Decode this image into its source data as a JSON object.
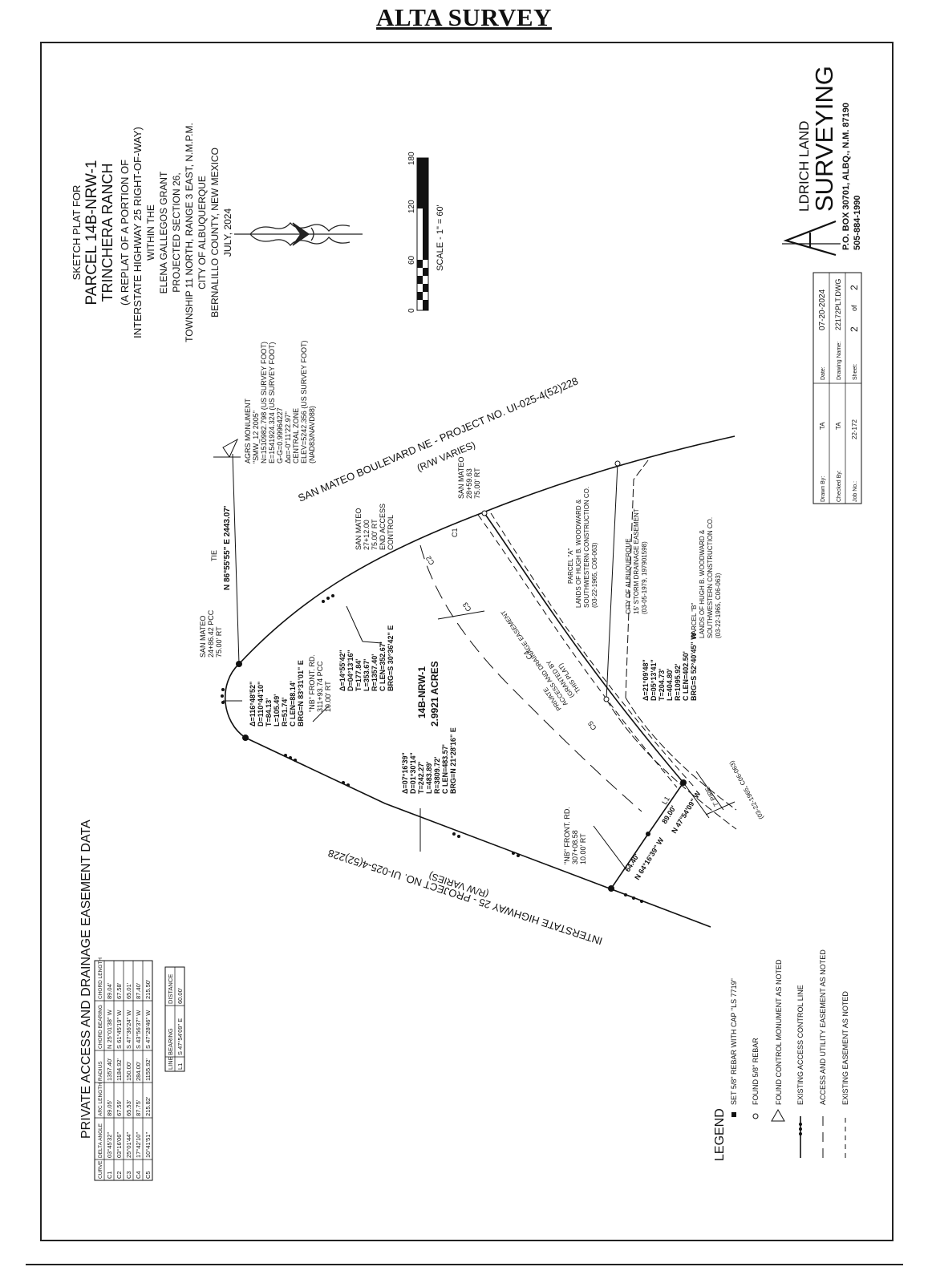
{
  "page_title": "ALTA SURVEY",
  "title_block": {
    "line1": "SKETCH PLAT FOR",
    "line2": "PARCEL 14B-NRW-1",
    "line3": "TRINCHERA RANCH",
    "line4": "(A REPLAT OF A PORTION OF",
    "line5": "INTERSTATE HIGHWAY 25 RIGHT-OF-WAY)",
    "line6": "WITHIN THE",
    "line7": "ELENA GALLEGOS GRANT",
    "line8": "PROJECTED SECTION 26,",
    "line9": "TOWNSHIP 11 NORTH, RANGE 3 EAST, N.M.P.M.",
    "line10": "CITY OF ALBUQUERQUE",
    "line11": "BERNALILLO COUNTY, NEW MEXICO",
    "line12": "JULY, 2024"
  },
  "scale_bar": {
    "ticks": [
      "0",
      "60",
      "120",
      "180"
    ],
    "label": "SCALE - 1\" = 60'"
  },
  "company": {
    "name_top": "LDRICH LAND",
    "name_bottom": "SURVEYING",
    "address": "P.O. BOX 30701, ALBQ., N.M. 87190",
    "phone": "505-884-1990"
  },
  "info_block": {
    "drawn_by_label": "Drawn By:",
    "drawn_by": "TA",
    "checked_by_label": "Checked By:",
    "checked_by": "TA",
    "job_no_label": "Job No.:",
    "job_no": "22-172",
    "date_label": "Date:",
    "date": "07-20-2024",
    "drawing_name_label": "Drawing Name:",
    "drawing_name": "22172PLT.DWG",
    "sheet_label": "Sheet:",
    "sheet_num": "2",
    "sheet_of": "of",
    "sheet_total": "2"
  },
  "monument": {
    "l1": "AGRS MONUMENT",
    "l2": "\"SMW_12 2005\"",
    "l3": "N=1510982.798 (US SURVEY FOOT)",
    "l4": "E=1541924.324 (US SURVEY FOOT)",
    "l5": "G-G=0.99964227",
    "l6": "Δα=-0°11'22.97\"",
    "l7": "CENTRAL ZONE",
    "l8": "ELEV=5242.356 (US SURVEY FOOT)",
    "l9": "(NAD83/NAVD88)"
  },
  "tie": {
    "label": "TIE",
    "bearing": "N 86°55'55\" E  2443.07'"
  },
  "streets": {
    "san_mateo": "SAN MATEO BOULEVARD NE - PROJECT NO. UI-025-4(52)228",
    "san_mateo_rw": "(R/W VARIES)",
    "interstate": "INTERSTATE HIGHWAY 25 - PROJECT NO. UI-025-4(52)228",
    "interstate_rw": "(R/W VARIES)"
  },
  "stations": {
    "sm_pcc": [
      "SAN MATEO",
      "24+86.42 PCC",
      "75.00' RT"
    ],
    "sm_end": [
      "SAN MATEO",
      "27+12.00",
      "75.00' RT",
      "END ACCESS",
      "CONTROL"
    ],
    "sm_28": [
      "SAN MATEO",
      "28+59.63",
      "75.00' RT"
    ],
    "nb_pcc": [
      "\"NB\" FRONT. RD.",
      "311+93.74 PCC",
      "10.00' RT"
    ],
    "nb_307": [
      "\"NB\" FRONT. RD.",
      "307+08.58",
      "10.00' RT"
    ]
  },
  "curves_on_plat": {
    "curve1": [
      "Δ=116°48'52\"",
      "D=110°44'10\"",
      "T=84.13'",
      "L=105.49'",
      "R=51.74'",
      "C LEN=88.14'",
      "BRG=N 83°31'01\" E"
    ],
    "curve2": [
      "Δ=14°55'42\"",
      "D=04°13'16\"",
      "T=177.84'",
      "L=353.67'",
      "R=1357.40'",
      "C LEN=352.67'",
      "BRG=S 30°36'42\" E"
    ],
    "curve3": [
      "Δ=07°16'39\"",
      "D=01°30'14\"",
      "T=242.27'",
      "L=483.89'",
      "R=3809.72'",
      "C LEN=483.57'",
      "BRG=N 21°28'16\" E"
    ],
    "curve4": [
      "Δ=21°09'48\"",
      "D=05°13'41\"",
      "T=204.73'",
      "L=404.80'",
      "R=1095.92'",
      "C LEN=402.50'",
      "BRG=S 52°40'45\" W"
    ]
  },
  "parcel": {
    "name": "14B-NRW-1",
    "area": "2.9921 ACRES"
  },
  "parcels_adjoining": {
    "parcel_a": [
      "PARCEL \"A\"",
      "LANDS OF HUGH B. WOODWARD &",
      "SOUTHWESTERN CONSTRUCTION CO.",
      "(03-22-1965, C06-063)"
    ],
    "city": [
      "CITY OF ALBUQUERQUE",
      "15' STORM DRAINAGE EASEMENT",
      "(03-05-1979, 197901598)"
    ],
    "parcel_b": [
      "PARCEL \"B\"",
      "LANDS OF HUGH B. WOODWARD &",
      "SOUTHWESTERN CONSTRUCTION CO.",
      "(03-22-1965, C06-063)"
    ]
  },
  "easement_labels": {
    "private": [
      "PRIVATE",
      "ACCESS AND DRAINAGE EASEMENT",
      "(GRANTED BY",
      "THIS PLAT)"
    ],
    "pipe": [
      "7' PIPE",
      "(03-22-1965, C06-063)"
    ]
  },
  "curve_tags": [
    "C1",
    "C2",
    "C3",
    "C4",
    "C5"
  ],
  "line_tag": "L1",
  "boundary_calls": {
    "c1": "64.40'",
    "c1b": "N 64°16'39\" W",
    "c2": "89.00'",
    "c2b": "N 47°54'09\" W"
  },
  "easement_table": {
    "title": "PRIVATE ACCESS AND DRAINAGE EASEMENT DATA",
    "headers": [
      "CURVE",
      "DELTA ANGLE",
      "ARC LENGTH",
      "RADIUS",
      "CHORD BEARING",
      "CHORD LENGTH"
    ],
    "rows": [
      [
        "C1",
        "03°45'32\"",
        "89.05'",
        "1357.40'",
        "N 25°01'38\" W",
        "89.04'"
      ],
      [
        "C2",
        "03°16'06\"",
        "67.59'",
        "1184.92'",
        "S 61°45'19\" W",
        "67.58'"
      ],
      [
        "C3",
        "25°01'44\"",
        "65.53'",
        "150.00'",
        "S 47°36'24\" W",
        "65.01'"
      ],
      [
        "C4",
        "17°42'10\"",
        "87.75'",
        "284.00'",
        "S 43°56'37\" W",
        "87.40'"
      ],
      [
        "C5",
        "10°41'51\"",
        "215.82'",
        "1155.92'",
        "S 47°28'46\" W",
        "215.50'"
      ]
    ]
  },
  "line_table": {
    "headers": [
      "LINE",
      "BEARING",
      "DISTANCE"
    ],
    "rows": [
      [
        "L1",
        "S 47°54'09\" E",
        "60.00'"
      ]
    ]
  },
  "legend": {
    "title": "LEGEND",
    "items": [
      "SET 5/8\" REBAR WITH CAP \"LS 7719\"",
      "FOUND 5/8\" REBAR",
      "FOUND CONTROL MONUMENT AS NOTED",
      "EXISTING ACCESS CONTROL LINE",
      "ACCESS AND UTILITY EASEMENT AS NOTED",
      "EXISTING EASEMENT AS NOTED"
    ]
  }
}
